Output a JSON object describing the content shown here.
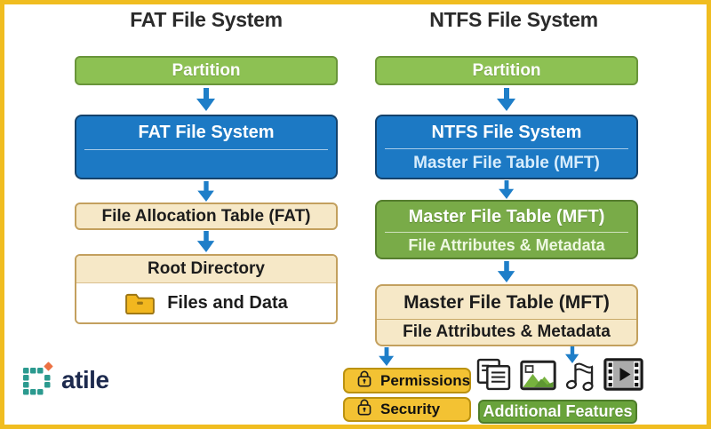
{
  "fat_column": {
    "title": "FAT File System",
    "partition_label": "Partition",
    "filesystem_label": "FAT File System",
    "allocation_table_label": "File Allocation Table (FAT)",
    "root_directory_label": "Root Directory",
    "files_and_data_label": "Files and Data"
  },
  "ntfs_column": {
    "title": "NTFS File System",
    "partition_label": "Partition",
    "filesystem_label": "NTFS File System",
    "filesystem_sublabel": "Master File Table (MFT)",
    "mft_label": "Master File Table (MFT)",
    "mft_sublabel": "File Attributes & Metadata",
    "mft_detail_label": "Master File Table (MFT)",
    "mft_detail_sublabel": "File Attributes & Metadata",
    "permissions_label": "Permissions",
    "security_label": "Security",
    "additional_features_label": "Additional Features"
  },
  "logo": {
    "brand_text": "atile"
  },
  "icons": {
    "folder": "folder-icon",
    "lock": "lock-icon",
    "documents": "documents-icon",
    "image": "image-icon",
    "music": "music-note-icon",
    "film": "film-icon"
  },
  "colors": {
    "frame_gold": "#f0bd20",
    "arrow_blue": "#1e7ec8",
    "box_blue": "#1c79c4",
    "box_green": "#8dc153",
    "box_dark_green": "#79ab48",
    "box_tan": "#f6e8c7",
    "box_gold": "#f3c233",
    "additional_green": "#69a33b",
    "logo_teal": "#2b9a8f",
    "logo_orange": "#ec7143",
    "logo_navy": "#1d2a4e"
  }
}
